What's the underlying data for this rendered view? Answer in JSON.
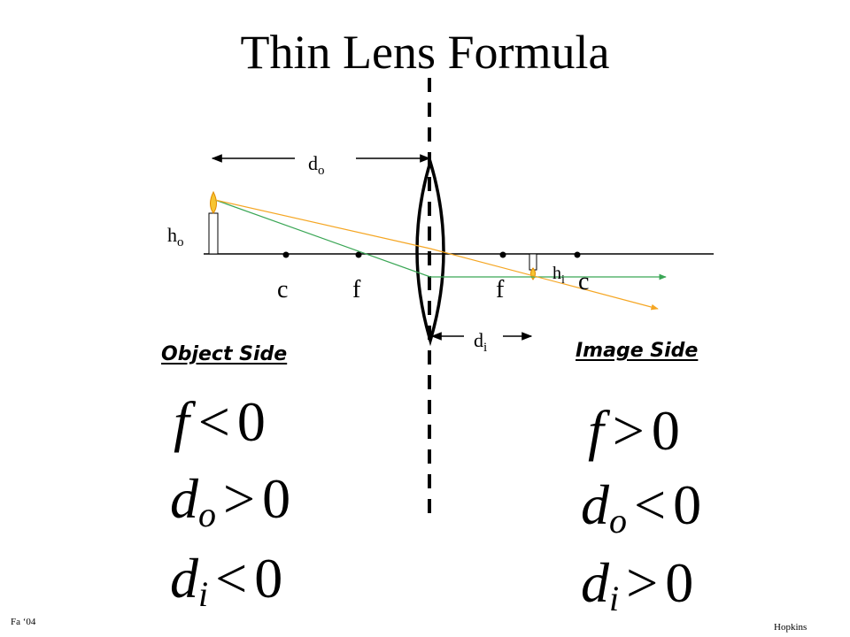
{
  "title": "Thin Lens Formula",
  "labels": {
    "d_o": {
      "base": "d",
      "sub": "o"
    },
    "h_o": {
      "base": "h",
      "sub": "o"
    },
    "h_i": {
      "base": "h",
      "sub": "i"
    },
    "d_i": {
      "base": "d",
      "sub": "i"
    },
    "c_left": "c",
    "f_left": "f",
    "f_right": "f",
    "c_right": "c"
  },
  "object_side": {
    "heading": "Object Side",
    "equations": [
      {
        "var": "f",
        "sub": "",
        "op": "<",
        "val": "0"
      },
      {
        "var": "d",
        "sub": "o",
        "op": ">",
        "val": "0"
      },
      {
        "var": "d",
        "sub": "i",
        "op": "<",
        "val": "0"
      }
    ]
  },
  "image_side": {
    "heading": "Image Side",
    "equations": [
      {
        "var": "f",
        "sub": "",
        "op": ">",
        "val": "0"
      },
      {
        "var": "d",
        "sub": "o",
        "op": "<",
        "val": "0"
      },
      {
        "var": "d",
        "sub": "i",
        "op": ">",
        "val": "0"
      }
    ]
  },
  "footer": {
    "left": "Fa ‘04",
    "right": "Hopkins"
  },
  "colors": {
    "ray_orange": "#f5a623",
    "ray_green": "#3aa655",
    "flame": "#f7c531",
    "axis": "#000000"
  }
}
